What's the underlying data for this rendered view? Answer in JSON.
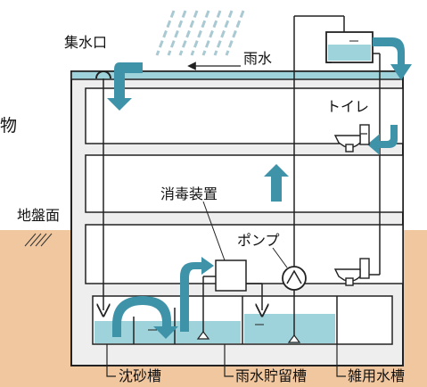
{
  "labels": {
    "water_inlet": "集水口",
    "rainwater": "雨水",
    "building_fragment": "物",
    "toilet": "トイレ",
    "disinfection_device": "消毒装置",
    "pump": "ポンプ",
    "ground_level": "地盤面",
    "sediment_tank": "沈砂槽",
    "rainwater_storage_tank": "雨水貯留槽",
    "miscellaneous_water_tank": "雑用水槽"
  },
  "colors": {
    "soil": "#f1c79f",
    "water": "#9fd3db",
    "flow_arrow": "#3f93a9",
    "rain": "#a9c9d3",
    "wall_fill": "#eeeeee",
    "line": "#222222"
  }
}
